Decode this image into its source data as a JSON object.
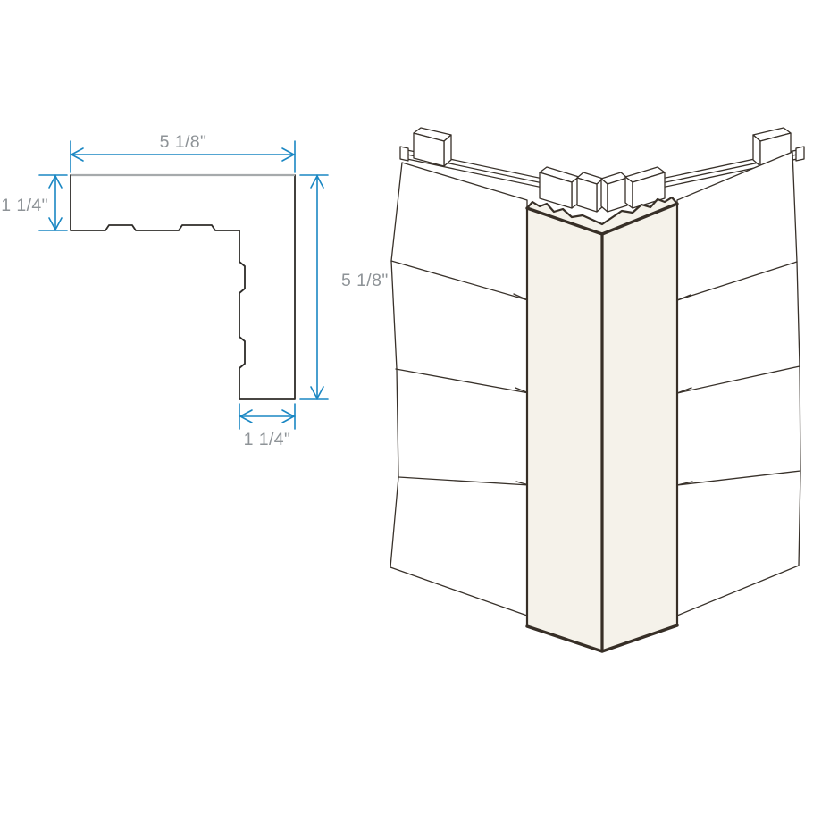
{
  "diagram": {
    "type": "product-technical-diagram",
    "subject": "outside corner trim for lap siding",
    "views": {
      "profile_view": "2D cross-section of L-shaped corner trim with dimension callouts",
      "installed_view": "3D line illustration of corner trim installed over lap siding at an outside wall corner"
    }
  },
  "profile_drawing": {
    "dimensions": {
      "top_width": "5 1/8\"",
      "left_thickness": "1 1/4\"",
      "right_height": "5 1/8\"",
      "bottom_thickness": "1 1/4\""
    }
  },
  "illustration": {
    "siding_boards_per_wall": 4,
    "furring_blocks_visible": 6,
    "corner_post_material_color": "cream"
  },
  "colors": {
    "background": "#ffffff",
    "dimension_blue": "#1a87c3",
    "label_gray": "#8e9397",
    "profile_outline": "#2e2c29",
    "profile_top_edge": "#a6aaac",
    "line_dark": "#38312a",
    "post_fill": "#f5f2ea",
    "wall_fill": "#ffffff"
  }
}
